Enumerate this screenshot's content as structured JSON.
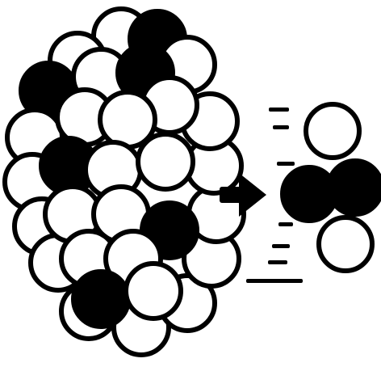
{
  "diagram": {
    "parent_nucleus": {
      "protons": "black",
      "neutrons": "white"
    },
    "emitted_particle": {
      "protons": 2,
      "neutrons": 2
    },
    "arrow_direction": "right",
    "motion_lines": 7
  },
  "colors": {
    "background": "#ffffff",
    "outline": "#000000",
    "proton": "#000000",
    "neutron": "#ffffff"
  }
}
